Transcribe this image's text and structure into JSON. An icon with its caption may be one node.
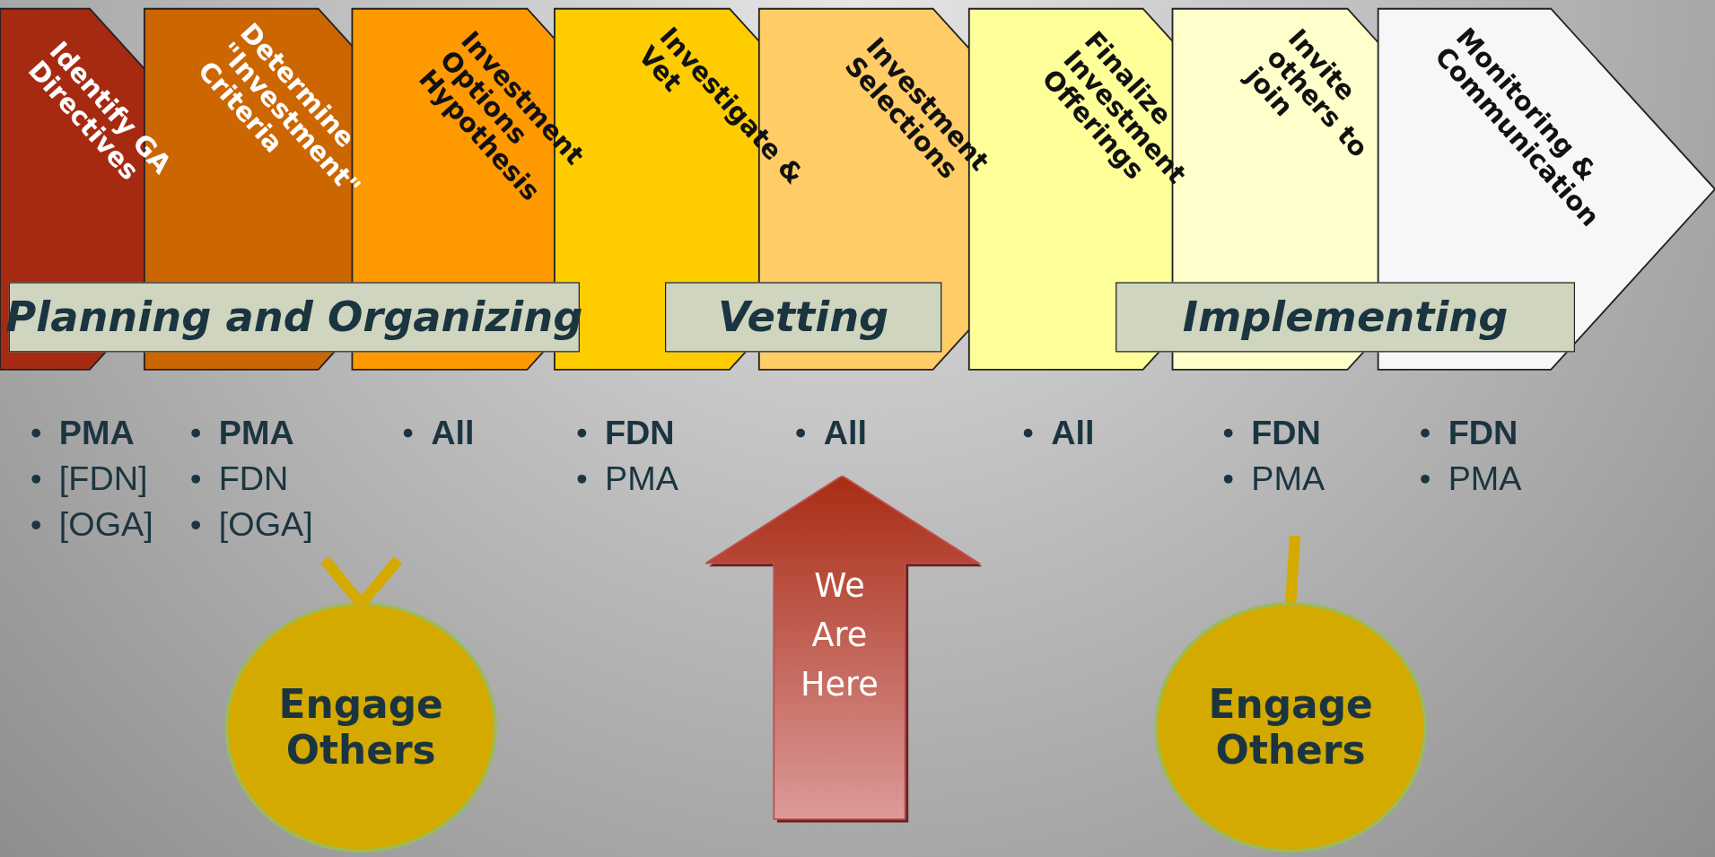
{
  "diagram": {
    "nodes": [
      {
        "text": [
          "Identify GA Directives"
        ]
      },
      {
        "text": [
          "Determine \"Investment\" Criteria"
        ]
      },
      {
        "text": [
          "Investment Options Hypothesis"
        ]
      },
      {
        "text": [
          "Investigate & Vet"
        ]
      },
      {
        "text": [
          "Investment Selections"
        ]
      },
      {
        "text": [
          "Finalize Investment Offerings"
        ]
      },
      {
        "text": [
          "Invite others to join"
        ]
      },
      {
        "text": [
          "Monitoring & Communication"
        ]
      },
      {
        "text": [
          "Planning and Organizing"
        ]
      },
      {
        "text": [
          "Vetting"
        ]
      },
      {
        "text": [
          "Implementing"
        ]
      },
      {
        "text": [
          "We Are Here"
        ]
      },
      {
        "text": [
          "Engage Others"
        ]
      },
      {
        "text": [
          "Engage Others"
        ]
      }
    ],
    "edges": [
      {
        "from": null,
        "to": 12,
        "arrow": "none"
      },
      {
        "from": null,
        "to": 12,
        "arrow": "none"
      },
      {
        "from": null,
        "to": 13,
        "arrow": "none"
      }
    ],
    "labels": [
      "PMA",
      "[FDN]",
      "[OGA]",
      "PMA",
      "FDN",
      "[OGA]",
      "All",
      "FDN",
      "PMA",
      "All",
      "All",
      "FDN",
      "PMA",
      "FDN",
      "PMA"
    ]
  }
}
